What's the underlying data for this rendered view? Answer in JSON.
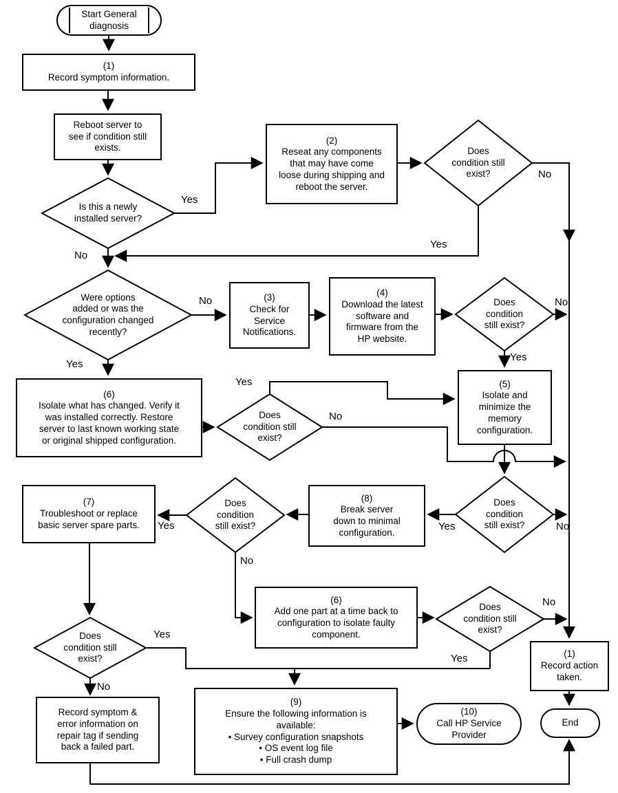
{
  "labels": {
    "yes": "Yes",
    "no": "No"
  },
  "colors": {
    "line": "#000000",
    "node_bg": "#ffffff"
  },
  "nodes": {
    "start": {
      "label": "Start General\ndiagnosis"
    },
    "record_symptom": {
      "label": "(1)\nRecord symptom information."
    },
    "reboot": {
      "label": "Reboot server to\nsee if condition still\nexists."
    },
    "newly_installed": {
      "label": "Is this a newly\ninstalled server?"
    },
    "reseat": {
      "label": "(2)\nReseat any components\nthat may have come\nloose during shipping and\nreboot the server."
    },
    "cond_reseat": {
      "label": "Does\ncondition still\nexist?"
    },
    "options_added": {
      "label": "Were options\nadded or was the\nconfiguration changed\nrecently?"
    },
    "service_notifications": {
      "label": "(3)\nCheck for\nService\nNotifications."
    },
    "download": {
      "label": "(4)\nDownload the latest\nsoftware and\nfirmware from the\nHP website."
    },
    "cond_download": {
      "label": "Does\ncondition\nstill exist?"
    },
    "isolate_memory": {
      "label": "(5)\nIsolate and\nminimize the\nmemory\nconfiguration."
    },
    "isolate_changed": {
      "label": "(6)\nIsolate what has changed. Verify it\nwas installed correctly.  Restore\nserver to last known working state\nor original shipped configuration."
    },
    "cond_isolate": {
      "label": "Does\ncondition still\nexist?"
    },
    "troubleshoot": {
      "label": "(7)\nTroubleshoot or replace\nbasic server spare parts."
    },
    "cond_break": {
      "label": "Does\ncondition\nstill exist?"
    },
    "break_server": {
      "label": "(8)\nBreak server\ndown to minimal\nconfiguration."
    },
    "cond_memory": {
      "label": "Does\ncondition\nstill exist?"
    },
    "add_part": {
      "label": "(6)\nAdd one part at a time back to\nconfiguration to isolate faulty\ncomponent."
    },
    "cond_addpart": {
      "label": "Does\ncondition still\nexist?"
    },
    "cond_spare": {
      "label": "Does\ncondition still\nexist?"
    },
    "record_repair": {
      "label": "Record symptom &\nerror information on\nrepair tag if sending\nback a failed part."
    },
    "ensure_info": {
      "label": "(9)\nEnsure the following information is\navailable:\n• Survey configuration snapshots\n• OS event log file\n• Full crash dump"
    },
    "call_hp": {
      "label": "(10)\nCall HP Service\nProvider"
    },
    "record_action": {
      "label": "(1)\nRecord action\ntaken."
    },
    "end": {
      "label": "End"
    }
  }
}
